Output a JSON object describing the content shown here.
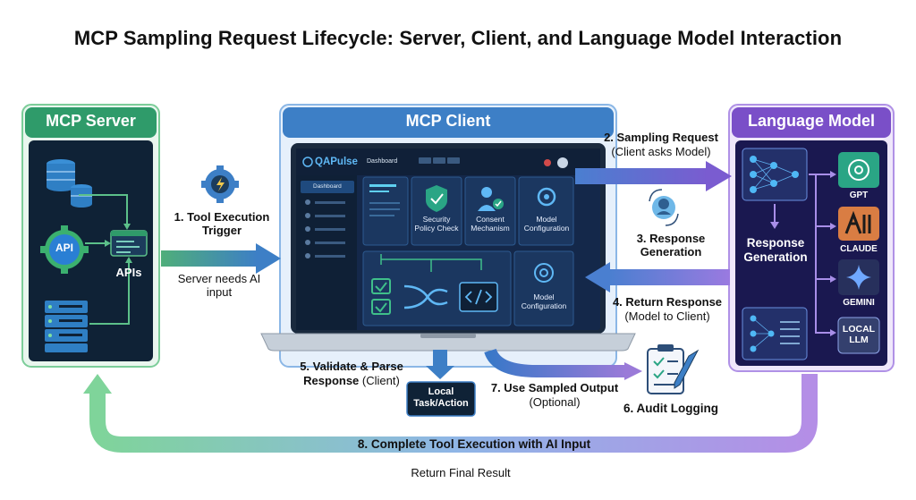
{
  "title": "MCP Sampling Request Lifecycle: Server, Client, and Language Model Interaction",
  "server": {
    "title": "MCP Server",
    "api_badge": "API",
    "apis_label": "APIs"
  },
  "client": {
    "title": "MCP Client",
    "app_brand": "QAPulse",
    "tab_label": "Dashboard",
    "sidebar_label": "Dashboard",
    "card_security": "Security Policy Check",
    "card_consent": "Consent Mechanism",
    "card_model_config": "Model Configuration",
    "card_model_config_2": "Model Configuration"
  },
  "model": {
    "title": "Language Model",
    "response_gen": "Response Generation",
    "providers": [
      "GPT",
      "CLAUDE",
      "GEMINI",
      "LOCAL LLM"
    ]
  },
  "steps": {
    "s1": "1. Tool Execution Trigger",
    "s1_note": "Server needs AI input",
    "s2": "2. Sampling Request",
    "s2_note": "(Client asks Model)",
    "s3": "3. Response Generation",
    "s4": "4. Return Response",
    "s4_note": "(Model to Client)",
    "s5": "5. Validate & Parse",
    "s5_b": "Response",
    "s5_note": "(Client)",
    "local_task": "Local Task/Action",
    "s6": "6. Audit Logging",
    "s7": "7. Use Sampled Output",
    "s7_note": "(Optional)",
    "s8": "8. Complete Tool Execution with AI Input",
    "s8_note": "Return Final Result"
  },
  "colors": {
    "server_green": "#2f9b6a",
    "client_blue": "#3d7fc6",
    "model_purple": "#7a4fc8",
    "dark_navy": "#0f2236"
  }
}
